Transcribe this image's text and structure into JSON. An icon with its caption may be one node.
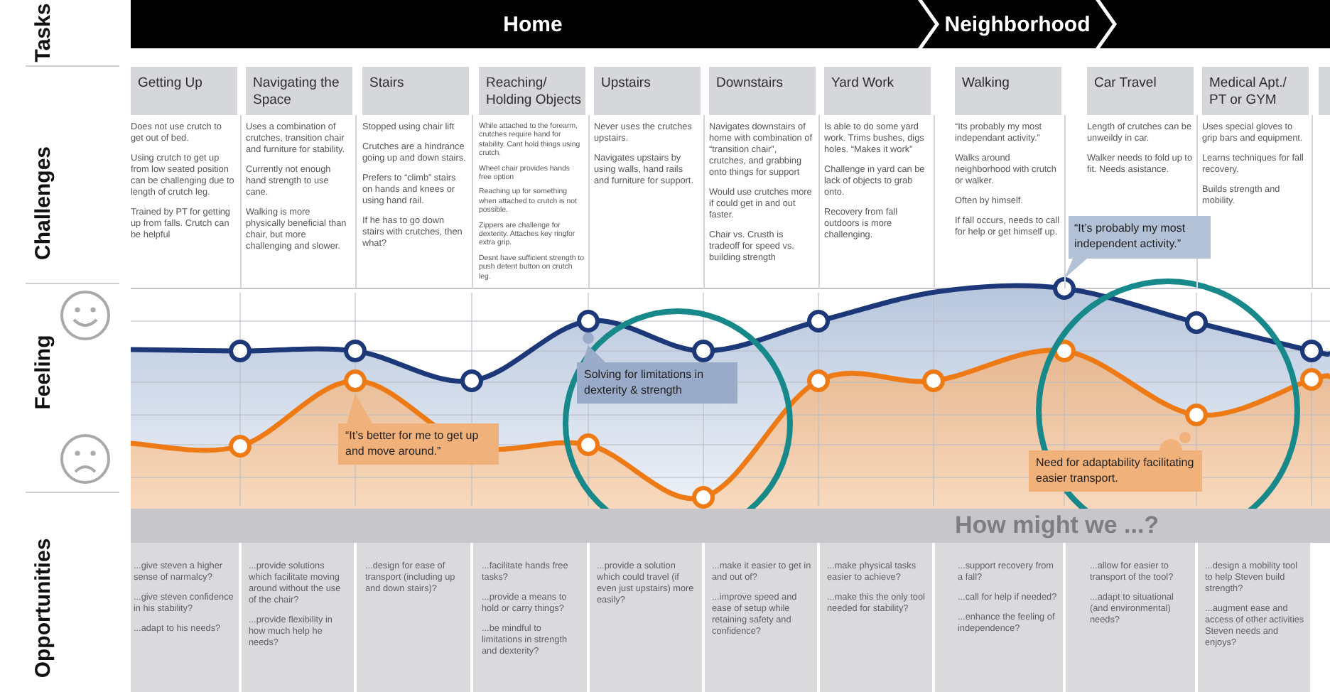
{
  "diagram": {
    "nodes": [
      {
        "text": [
          "Home"
        ]
      },
      {
        "text": [
          "Neighborhood"
        ]
      },
      {
        "text": [],
        "shape": "box"
      },
      {
        "text": [
          "Getting Up"
        ]
      },
      {
        "text": [
          "Navigating the Space"
        ]
      },
      {
        "text": [
          "Stairs"
        ]
      },
      {
        "text": [
          "Reaching/ Holding Objects"
        ]
      },
      {
        "text": [
          "Upstairs"
        ]
      },
      {
        "text": [
          "Downstairs"
        ]
      },
      {
        "text": [
          "Yard Work"
        ]
      },
      {
        "text": [
          "Walking"
        ]
      },
      {
        "text": [
          "Car Travel"
        ]
      },
      {
        "text": [
          "Medical Apt./ PT or GYM"
        ]
      },
      {
        "text": [],
        "shape": "box"
      },
      {
        "text": [
          "Does not use crutch to get out of bed.",
          "Using crutch to get up from low seated position can be challenging due to length of crutch leg.",
          "Trained by PT for getting up from falls. Crutch can be helpful"
        ]
      },
      {
        "text": [
          "Uses a combination of crutches, transition chair and furniture for stability.",
          "Currently not enough hand strength to use cane.",
          "Walking is more physically beneficial than chair, but more challenging and slower."
        ]
      },
      {
        "text": [
          "Stopped using chair lift",
          "Crutches are a hindrance going up and down stairs.",
          "Prefers to “climb” stairs on hands and knees or using hand rail.",
          "If he has to go down stairs with crutches, then what?"
        ]
      },
      {
        "text": [
          "While attached to the forearm, crutches require hand for stability. Cant hold things using crutch.",
          "Wheel chair provides hands free option",
          "Reaching up for something when attached to crutch is not possible.",
          "Zippers are challenge for dexterity. Attaches key ringfor extra grip.",
          "Desnt have sufficient strength to push detent button on crutch leg."
        ]
      },
      {
        "text": [
          "Never uses the crutches upstairs.",
          "Navigates upstairs by using walls, hand rails and furniture for support."
        ]
      },
      {
        "text": [
          "Navigates downstairs of home with combination of “transition chair”, crutches, and grabbing onto things for support",
          "Would use crutches more if could get in and out faster.",
          "Chair vs. Crusth is tradeoff for speed vs. building strength"
        ]
      },
      {
        "text": [
          "Is able to do some yard work. Trims bushes, digs holes. “Makes it work”",
          "Challenge in yard can be lack of objects to grab onto.",
          "Recovery from fall outdoors is more challenging."
        ]
      },
      {
        "text": [
          "“Its probably my most independant activity.”",
          "Walks around neighborhood with crutch or walker.",
          "Often by himself.",
          "If fall occurs, needs to call for help or get himself up."
        ]
      },
      {
        "text": [
          "Length of crutches can be unweildy in car.",
          "Walker needs to fold up to fit. Needs asistance."
        ]
      },
      {
        "text": [
          "Uses special gloves to grip bars and equipment.",
          "Learns techniques for fall recovery.",
          "Builds strength and mobility."
        ]
      },
      {
        "text": [
          "“It’s probably my most independent activity.”"
        ]
      },
      {
        "text": [
          "Solving for limitations in dexterity & strength"
        ]
      },
      {
        "text": [
          "“It’s better for me to get up and move around.”"
        ]
      },
      {
        "text": [
          "Need for adaptability facilitating easier transport."
        ]
      },
      {
        "text": [
          "How might we ...?"
        ]
      },
      {
        "text": [
          "...give steven a higher sense of narmalcy?",
          "...give steven confidence in his stability?",
          "...adapt to his needs?"
        ]
      },
      {
        "text": [
          "...provide solutions which facilitate moving around without the use of the chair?",
          "...provide flexibility in how much help he needs?"
        ]
      },
      {
        "text": [
          "...design for ease of transport (including up and down stairs)?"
        ]
      },
      {
        "text": [
          "...facilitate hands free tasks?",
          "...provide a means to hold or carry things?",
          "...be mindful to limitations in strength and dexterity?"
        ]
      },
      {
        "text": [
          "...provide a solution which could travel (if even just upstairs) more easily?"
        ]
      },
      {
        "text": [
          "...make it easier to get in and out of?",
          "...improve speed and ease of setup while retaining safety and confidence?"
        ]
      },
      {
        "text": [
          "...make physical tasks easier to achieve?",
          "...make this the only tool needed for stability?"
        ]
      },
      {
        "text": [
          "...support recovery from a fall?",
          "...call for help if needed?",
          "...enhance the feeling of independence?"
        ]
      },
      {
        "text": [
          "...allow for easier to transport of the tool?",
          "...adapt to situational (and environmental) needs?"
        ]
      },
      {
        "text": [
          "...design a mobility tool to help Steven build strength?",
          "...augment ease and access of other activities Steven needs and enjoys?"
        ]
      }
    ],
    "labels": [
      "Tasks",
      "Challenges",
      "Feeling",
      "Opportunities"
    ]
  }
}
